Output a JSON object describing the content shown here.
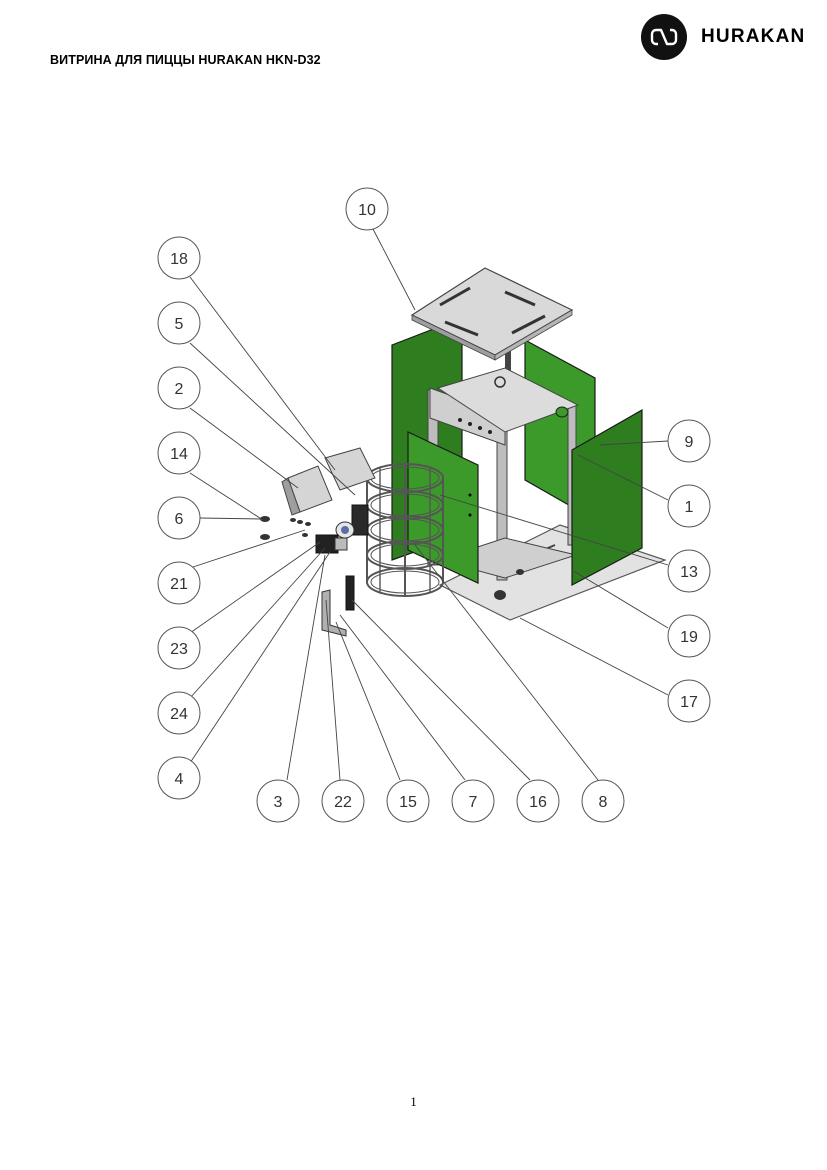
{
  "header": {
    "title": "ВИТРИНА ДЛЯ ПИЦЦЫ HURAKAN HKN-D32",
    "brand_name": "HURAKAN",
    "brand_icon": "hurakan-logo-icon"
  },
  "diagram": {
    "panel_color": "#2e7d1f",
    "panel_color_light": "#3c9a2a",
    "callouts": [
      "10",
      "18",
      "5",
      "2",
      "14",
      "6",
      "21",
      "23",
      "24",
      "4",
      "3",
      "22",
      "15",
      "7",
      "16",
      "8",
      "9",
      "1",
      "13",
      "19",
      "17"
    ]
  },
  "footer": {
    "page_number": "1"
  }
}
